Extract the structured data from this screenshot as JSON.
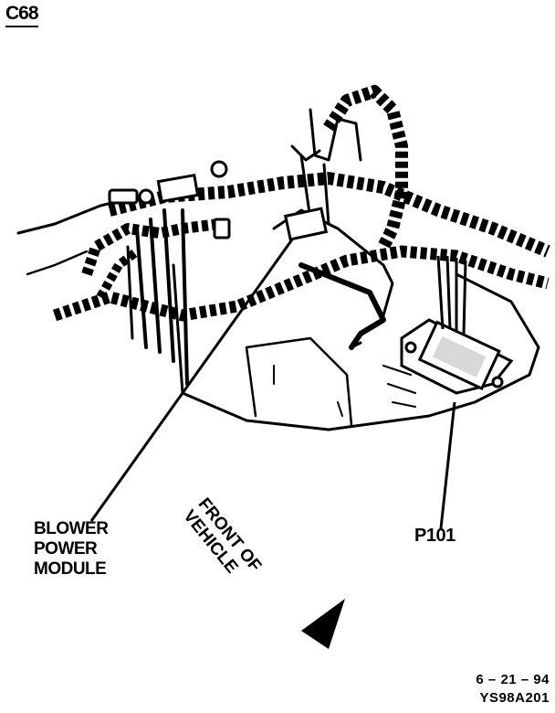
{
  "figure": {
    "id": "C68"
  },
  "callouts": {
    "blower_power_module": [
      "BLOWER",
      "POWER",
      "MODULE"
    ],
    "connector": "P101"
  },
  "direction_label": [
    "FRONT OF",
    "VEHICLE"
  ],
  "footer": {
    "date": "6 – 21 – 94",
    "code": "YS98A201"
  },
  "icons": [
    "direction-arrow-icon"
  ]
}
